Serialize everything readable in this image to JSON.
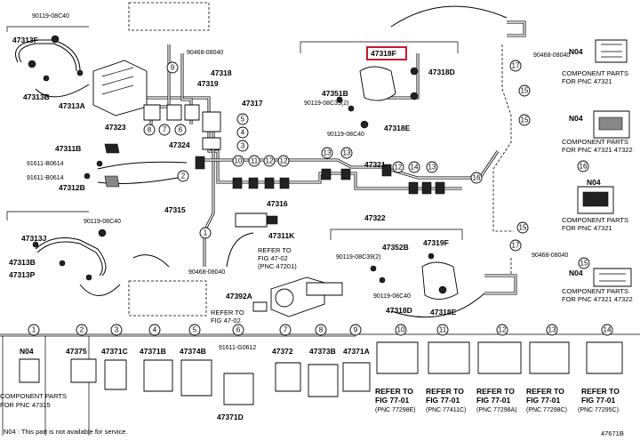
{
  "diagram": {
    "highlighted_part": "47318F",
    "footnote": "N04 : This part is not available for service.",
    "figure_id": "47671B",
    "labels": [
      {
        "id": "l1",
        "text": "90119-08C40"
      },
      {
        "id": "l2",
        "text": "47313F"
      },
      {
        "id": "l3",
        "text": "47313B"
      },
      {
        "id": "l4",
        "text": "47313A"
      },
      {
        "id": "l5",
        "text": "90468-08040"
      },
      {
        "id": "l6",
        "text": "47318"
      },
      {
        "id": "l7",
        "text": "47319"
      },
      {
        "id": "l8",
        "text": "47317"
      },
      {
        "id": "l9",
        "text": "47323"
      },
      {
        "id": "l10",
        "text": "47324"
      },
      {
        "id": "l11",
        "text": "47311B"
      },
      {
        "id": "l12",
        "text": "91611-B0614"
      },
      {
        "id": "l13",
        "text": "91611-B0614"
      },
      {
        "id": "l14",
        "text": "47312B"
      },
      {
        "id": "l15",
        "text": "47316"
      },
      {
        "id": "l16",
        "text": "47315"
      },
      {
        "id": "l17",
        "text": "47311K"
      },
      {
        "id": "l18",
        "text": "90119-08C40"
      },
      {
        "id": "l19",
        "text": "47313J"
      },
      {
        "id": "l20",
        "text": "47313B"
      },
      {
        "id": "l21",
        "text": "47313P"
      },
      {
        "id": "l22",
        "text": "90468-08040"
      },
      {
        "id": "l23",
        "text": "REFER TO"
      },
      {
        "id": "l24",
        "text": "FIG 47-02"
      },
      {
        "id": "l25",
        "text": "(PNC 47201)"
      },
      {
        "id": "l26",
        "text": "47392A"
      },
      {
        "id": "l27",
        "text": "REFER TO"
      },
      {
        "id": "l28",
        "text": "FIG 47-02"
      },
      {
        "id": "l29",
        "text": "47318F"
      },
      {
        "id": "l30",
        "text": "47318D"
      },
      {
        "id": "l31",
        "text": "47351B"
      },
      {
        "id": "l32",
        "text": "90119-08C39(2)"
      },
      {
        "id": "l33",
        "text": "47318E"
      },
      {
        "id": "l34",
        "text": "90119-08C40"
      },
      {
        "id": "l35",
        "text": "47321"
      },
      {
        "id": "l36",
        "text": "47322"
      },
      {
        "id": "l37",
        "text": "90119-08C39(2)"
      },
      {
        "id": "l38",
        "text": "47352B"
      },
      {
        "id": "l39",
        "text": "47319F"
      },
      {
        "id": "l40",
        "text": "90119-08C40"
      },
      {
        "id": "l41",
        "text": "47318D"
      },
      {
        "id": "l42",
        "text": "47318E"
      },
      {
        "id": "l43",
        "text": "90468-08040"
      },
      {
        "id": "l44",
        "text": "90468-08040"
      },
      {
        "id": "l45",
        "text": "N04"
      },
      {
        "id": "l46",
        "text": "COMPONENT PARTS"
      },
      {
        "id": "l47",
        "text": "FOR PNC 47321"
      },
      {
        "id": "l48",
        "text": "N04"
      },
      {
        "id": "l49",
        "text": "COMPONENT PARTS"
      },
      {
        "id": "l50",
        "text": "FOR PNC 47321 47322"
      },
      {
        "id": "l51",
        "text": "N04"
      },
      {
        "id": "l52",
        "text": "COMPONENT PARTS"
      },
      {
        "id": "l53",
        "text": "FOR PNC 47321"
      },
      {
        "id": "l54",
        "text": "N04"
      },
      {
        "id": "l55",
        "text": "COMPONENT PARTS"
      },
      {
        "id": "l56",
        "text": "FOR PNC 47321 47322"
      }
    ],
    "callouts": [
      "1",
      "2",
      "3",
      "4",
      "5",
      "6",
      "7",
      "8",
      "9",
      "10",
      "11",
      "12",
      "13",
      "14",
      "15",
      "16",
      "17"
    ],
    "legend": [
      {
        "num": "1",
        "part": "N04",
        "note1": "COMPONENT PARTS",
        "note2": "FOR PNC 47315"
      },
      {
        "num": "2",
        "part": "47375",
        "note1": "",
        "note2": ""
      },
      {
        "num": "3",
        "part": "47371C",
        "note1": "",
        "note2": ""
      },
      {
        "num": "4",
        "part": "47371B",
        "note1": "",
        "note2": ""
      },
      {
        "num": "5",
        "part": "47374B",
        "note1": "",
        "note2": ""
      },
      {
        "num": "6",
        "part": "91611-G0612",
        "note1": "47371D",
        "note2": ""
      },
      {
        "num": "7",
        "part": "47372",
        "note1": "",
        "note2": ""
      },
      {
        "num": "8",
        "part": "47373B",
        "note1": "",
        "note2": ""
      },
      {
        "num": "9",
        "part": "47371A",
        "note1": "",
        "note2": ""
      },
      {
        "num": "10",
        "part": "REFER TO",
        "note1": "FIG 77-01",
        "note2": "(PNC 77298E)"
      },
      {
        "num": "11",
        "part": "REFER TO",
        "note1": "FIG 77-01",
        "note2": "(PNC 77411C)"
      },
      {
        "num": "12",
        "part": "REFER TO",
        "note1": "FIG 77-01",
        "note2": "(PNC 77298A)"
      },
      {
        "num": "13",
        "part": "REFER TO",
        "note1": "FIG 77-01",
        "note2": "(PNC 77298C)"
      },
      {
        "num": "14",
        "part": "REFER TO",
        "note1": "FIG 77-01",
        "note2": "(PNC 77295C)"
      }
    ]
  }
}
